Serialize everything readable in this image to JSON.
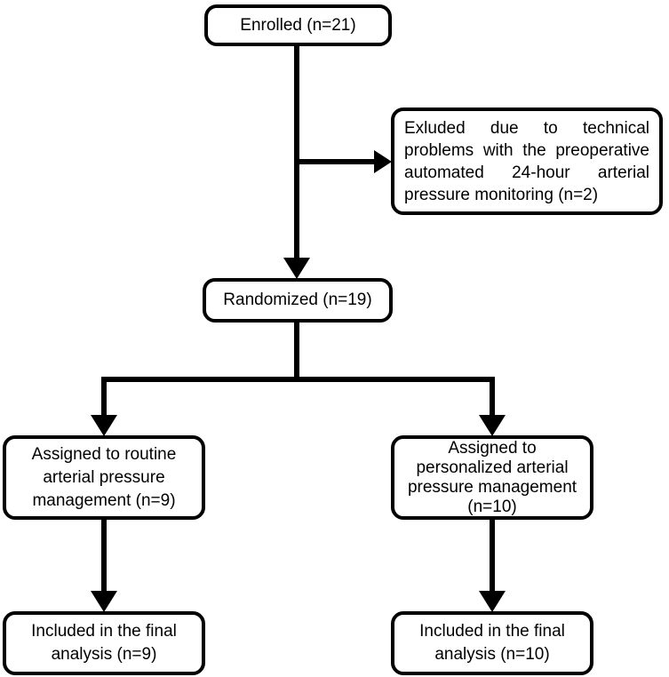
{
  "diagram": {
    "type": "flowchart",
    "colors": {
      "background": "#ffffff",
      "line": "#000000",
      "text": "#000000"
    },
    "nodes": {
      "enrolled": {
        "label": "Enrolled (n=21)"
      },
      "excluded": {
        "lines": [
          "Exluded due to technical",
          "problems with the preoperative",
          "automated 24-hour arterial",
          "pressure monitoring (n=2)"
        ]
      },
      "randomized": {
        "label": "Randomized (n=19)"
      },
      "assigned_routine": {
        "lines": [
          "Assigned to routine",
          "arterial pressure",
          "management (n=9)"
        ]
      },
      "assigned_personalized": {
        "lines": [
          "Assigned to",
          "personalized arterial",
          "pressure management",
          "(n=10)"
        ]
      },
      "included_routine": {
        "lines": [
          "Included in the final",
          "analysis (n=9)"
        ]
      },
      "included_personalized": {
        "lines": [
          "Included in the final",
          "analysis (n=10)"
        ]
      }
    }
  }
}
